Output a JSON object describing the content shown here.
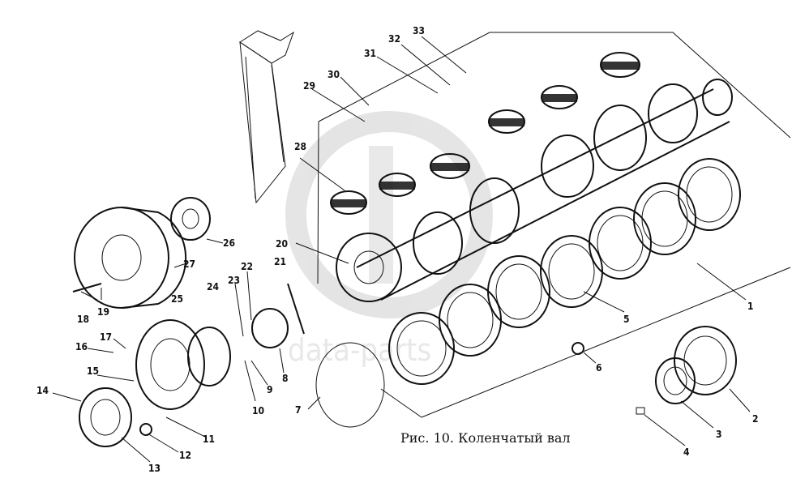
{
  "figure": {
    "caption": "Рис. 10. Коленчатый вал",
    "watermark": "data-parts"
  },
  "callouts": [
    "1",
    "2",
    "3",
    "4",
    "5",
    "6",
    "7",
    "8",
    "9",
    "10",
    "11",
    "12",
    "13",
    "14",
    "15",
    "16",
    "17",
    "18",
    "19",
    "20",
    "21",
    "22",
    "23",
    "24",
    "25",
    "26",
    "27",
    "28",
    "29",
    "30",
    "31",
    "32",
    "33"
  ]
}
